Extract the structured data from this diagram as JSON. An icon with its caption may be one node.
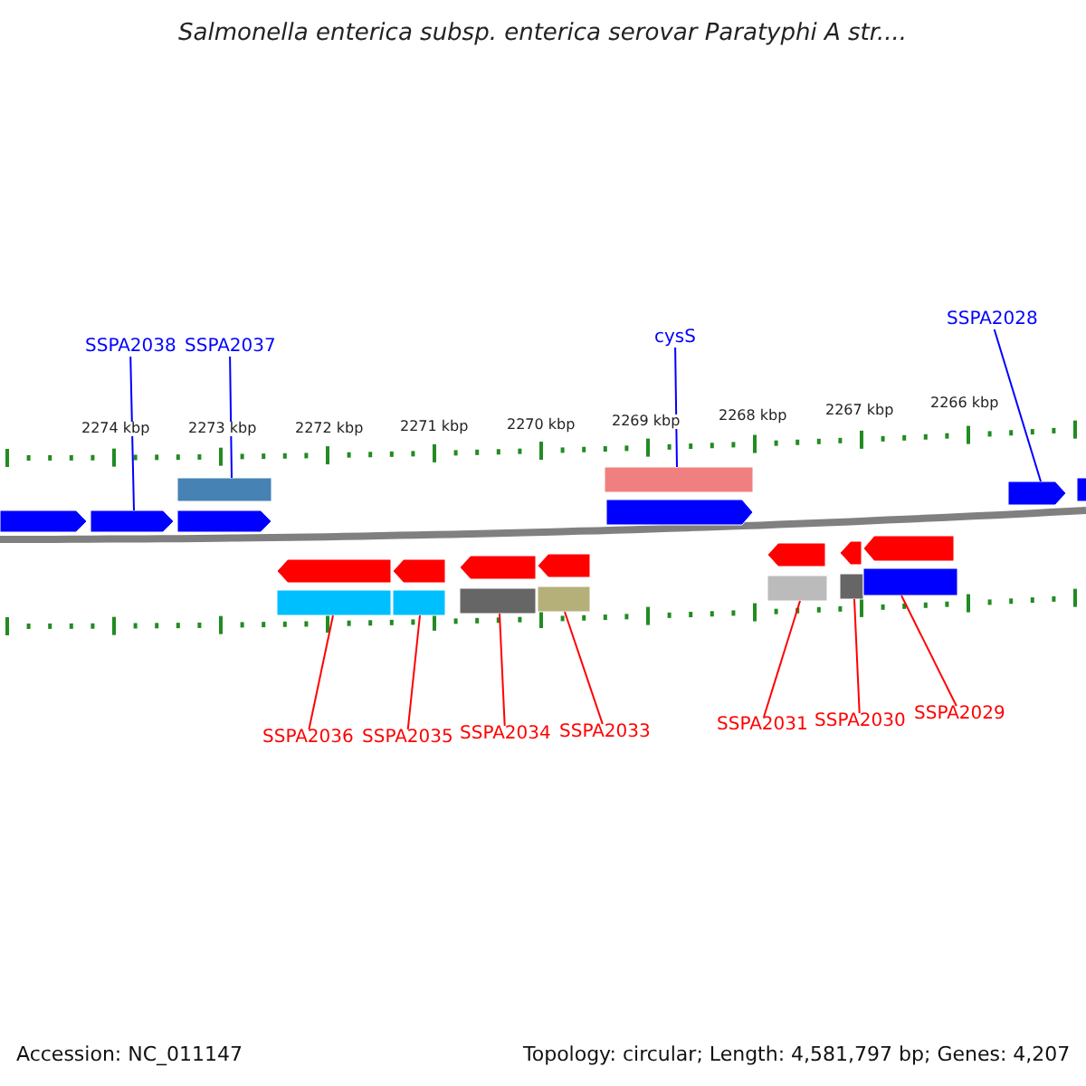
{
  "diagram": {
    "title": "Salmonella enterica subsp. enterica serovar Paratyphi A str....",
    "nodes": [
      {
        "text": [
          "SSPA2038"
        ]
      },
      {
        "text": [
          "SSPA2037"
        ]
      },
      {
        "text": [
          "cysS"
        ]
      },
      {
        "text": [
          "SSPA2028"
        ]
      },
      {
        "text": [
          "SSPA2036"
        ]
      },
      {
        "text": [
          "SSPA2035"
        ]
      },
      {
        "text": [
          "SSPA2034"
        ]
      },
      {
        "text": [
          "SSPA2033"
        ]
      },
      {
        "text": [
          "SSPA2031"
        ]
      },
      {
        "text": [
          "SSPA2030"
        ]
      },
      {
        "text": [
          "SSPA2029"
        ]
      },
      {
        "text": [],
        "shape": "arrow"
      },
      {
        "text": [],
        "shape": "arrow"
      },
      {
        "text": [],
        "shape": "bar"
      },
      {
        "text": [],
        "shape": "arrow"
      },
      {
        "text": [],
        "shape": "arrow"
      },
      {
        "text": [],
        "shape": "bar"
      },
      {
        "text": [],
        "shape": "arrow"
      },
      {
        "text": [],
        "shape": "bar"
      },
      {
        "text": [],
        "shape": "arrow"
      },
      {
        "text": [],
        "shape": "bar"
      },
      {
        "text": [],
        "shape": "arrow"
      },
      {
        "text": [],
        "shape": "bar"
      },
      {
        "text": [],
        "shape": "bar"
      },
      {
        "text": [],
        "shape": "arrow"
      },
      {
        "text": [],
        "shape": "arrow"
      },
      {
        "text": [],
        "shape": "bar"
      },
      {
        "text": [],
        "shape": "arrow"
      },
      {
        "text": [],
        "shape": "bar"
      },
      {
        "text": [],
        "shape": "arrow"
      },
      {
        "text": [],
        "shape": "bar"
      },
      {
        "text": [],
        "shape": "arrow"
      },
      {
        "text": [],
        "shape": "arrow"
      }
    ],
    "edges": [
      {
        "from": 0,
        "to": 12,
        "arrow": "none",
        "color": "#0000ff"
      },
      {
        "from": 1,
        "to": 13,
        "arrow": "none",
        "color": "#0000ff"
      },
      {
        "from": 2,
        "to": 23,
        "arrow": "none",
        "color": "#0000ff"
      },
      {
        "from": 3,
        "to": 31,
        "arrow": "none",
        "color": "#0000ff"
      },
      {
        "from": 4,
        "to": 16,
        "arrow": "none",
        "color": "#ff0000"
      },
      {
        "from": 5,
        "to": 18,
        "arrow": "none",
        "color": "#ff0000"
      },
      {
        "from": 6,
        "to": 20,
        "arrow": "none",
        "color": "#ff0000"
      },
      {
        "from": 7,
        "to": 22,
        "arrow": "none",
        "color": "#ff0000"
      },
      {
        "from": 8,
        "to": 26,
        "arrow": "none",
        "color": "#ff0000"
      },
      {
        "from": 9,
        "to": 28,
        "arrow": "none",
        "color": "#ff0000"
      },
      {
        "from": 10,
        "to": 30,
        "arrow": "none",
        "color": "#ff0000"
      }
    ],
    "labels": [
      "2274 kbp",
      "2273 kbp",
      "2272 kbp",
      "2271 kbp",
      "2270 kbp",
      "2269 kbp",
      "2268 kbp",
      "2267 kbp",
      "2266 kbp",
      "Accession: NC_011147",
      "Topology: circular; Length: 4,581,797 bp; Genes: 4,207"
    ]
  }
}
